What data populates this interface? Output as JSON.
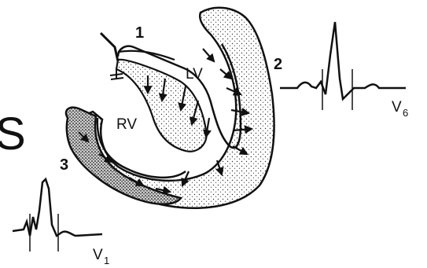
{
  "labels": {
    "step1": "1",
    "step2": "2",
    "step3": "3",
    "lv": "LV",
    "rv": "RV",
    "lead_v6": "V",
    "lead_v6_sub": "6",
    "lead_v1": "V",
    "lead_v1_sub": "1",
    "edge_glyph": "S"
  },
  "colors": {
    "ink": "#111111",
    "background": "#ffffff",
    "stipple_light": "#e9e9e9",
    "stipple_dark": "#4a4a4a"
  }
}
